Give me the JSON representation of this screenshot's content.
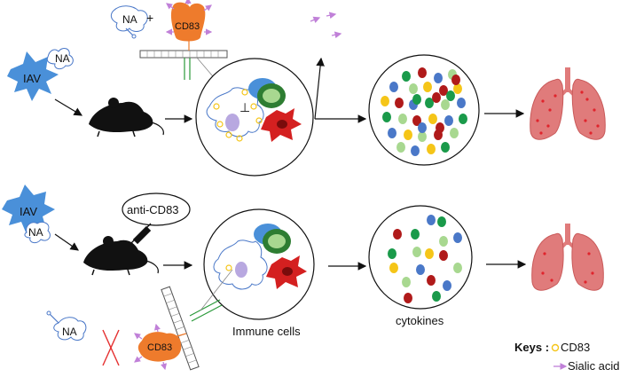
{
  "labels": {
    "virus_top": "IAV",
    "virus_bottom": "IAV",
    "na_virus_top": "NA",
    "na_virus_bottom": "NA",
    "na_cd83_complex": "NA",
    "plus_sign": "+",
    "cd83_top": "CD83",
    "cd83_bottom": "CD83",
    "antibody": "anti-CD83",
    "na_free_bottom": "NA",
    "immune_cells": "Immune cells",
    "cytokines": "cytokines",
    "keys_title": "Keys :",
    "key_cd83": "CD83",
    "key_sialic_acid": "Sialic acid"
  },
  "colors": {
    "virus_blue": "#4a90d9",
    "cd83_orange": "#ee7b2c",
    "sialic_acid_violet": "#c080d8",
    "lung_pink": "#e07b7b",
    "lung_dark": "#c95a5a",
    "lung_dots": "#e0242c",
    "mouse_black": "#111111",
    "inhibition_red": "#e53030",
    "cytokine_blue": "#4a78c8",
    "cytokine_green": "#1a9a4a",
    "cytokine_light_green": "#a8d890",
    "cytokine_yellow": "#f5c518",
    "cytokine_darkred": "#b01a1a"
  },
  "cytokine_counts": {
    "upper_circle": 36,
    "lower_circle": 18
  },
  "icons": [
    "virus-icon",
    "mouse-icon",
    "syringe-icon",
    "lung-icon",
    "cd83-molecule-icon",
    "sialic-acid-icon",
    "inhibition-cross-icon"
  ]
}
